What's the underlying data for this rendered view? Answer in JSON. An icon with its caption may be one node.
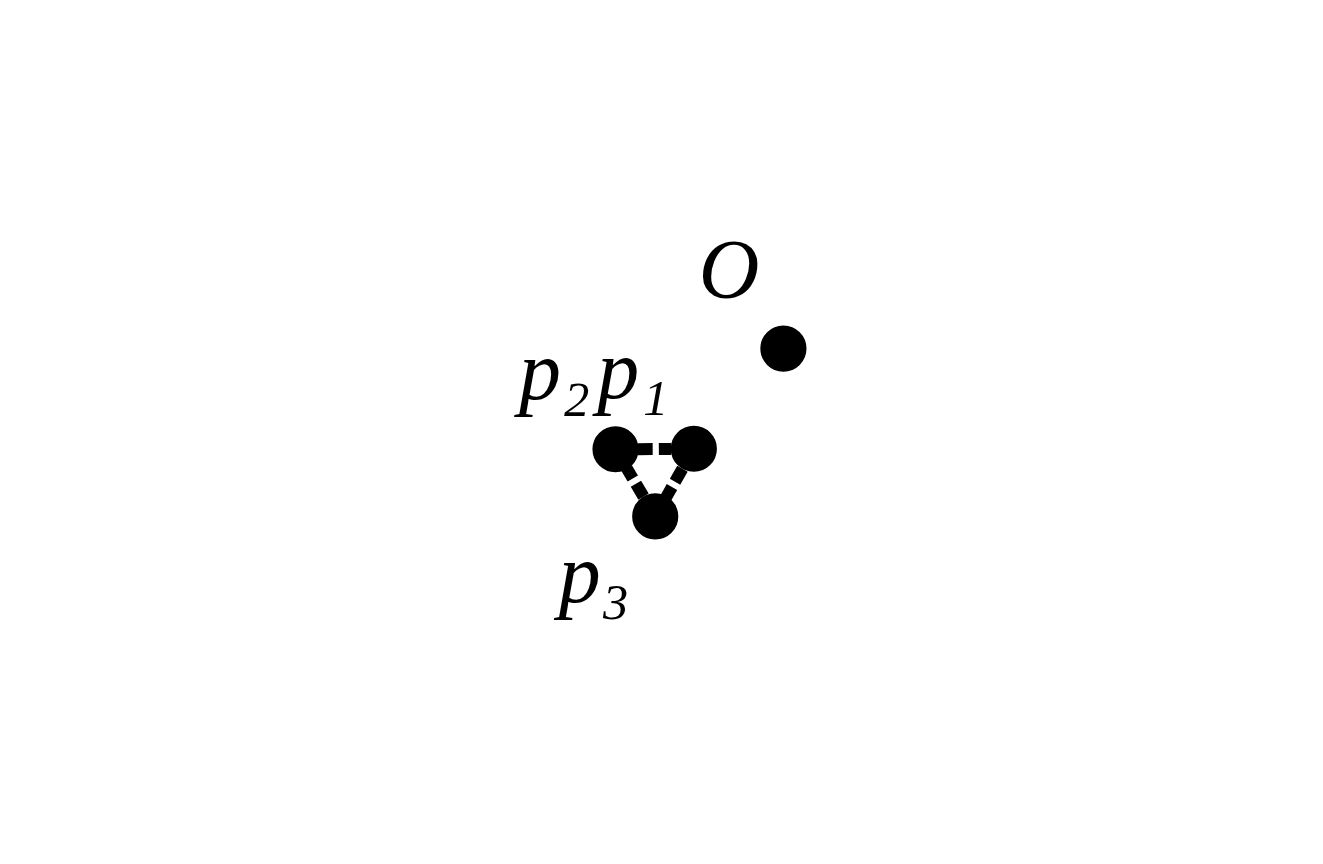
{
  "diagram": {
    "nodes": [
      {
        "text": [],
        "shape": "circle",
        "beside": [
          "p₂"
        ]
      },
      {
        "text": [],
        "shape": "circle",
        "beside": [
          "O"
        ]
      },
      {
        "text": [],
        "shape": "circle",
        "beside": [
          "p₁"
        ]
      },
      {
        "text": [],
        "shape": "circle",
        "beside": [
          "p₃"
        ]
      }
    ],
    "edges": [
      {
        "from": 0,
        "to": 2,
        "arrow": "none",
        "style": "dashed"
      },
      {
        "from": 2,
        "to": 3,
        "arrow": "none",
        "style": "dashed"
      },
      {
        "from": 3,
        "to": 0,
        "arrow": "none",
        "style": "dashed"
      }
    ]
  }
}
